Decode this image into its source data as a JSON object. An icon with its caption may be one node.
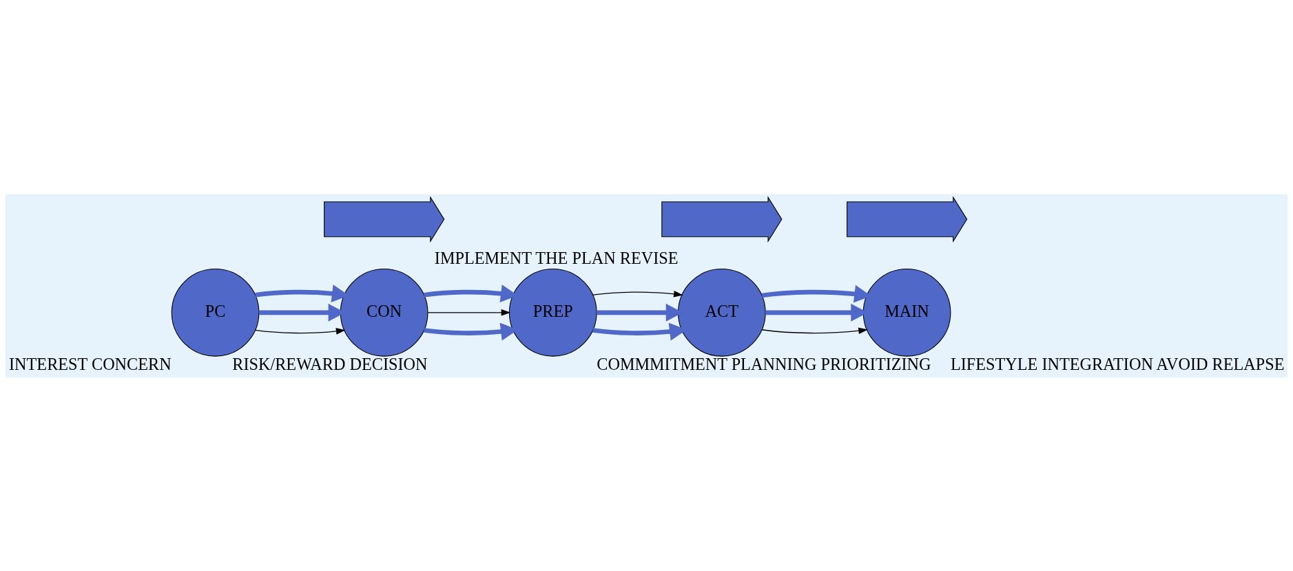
{
  "diagram": {
    "nodes": [
      {
        "text": [
          "PC"
        ],
        "beside": [
          "INTEREST CONCERN"
        ]
      },
      {
        "text": [
          "CON"
        ],
        "beside": [
          "RISK/REWARD DECISION"
        ]
      },
      {
        "text": [
          "PREP"
        ],
        "beside": [
          "COMMMITMENT PLANNING PRIORITIZING"
        ]
      },
      {
        "text": [
          "ACT"
        ],
        "beside": [
          "IMPLEMENT THE PLAN REVISE"
        ]
      },
      {
        "text": [
          "MAIN"
        ],
        "beside": [
          "LIFESTYLE INTEGRATION AVOID RELAPSE"
        ]
      },
      {
        "text": [],
        "shape": "arrow"
      },
      {
        "text": [],
        "shape": "arrow"
      },
      {
        "text": [],
        "shape": "arrow"
      }
    ],
    "edges": [
      {
        "from": 0,
        "to": 1,
        "arrow": "to",
        "color": "#000000"
      },
      {
        "from": 0,
        "to": 1,
        "arrow": "to"
      },
      {
        "from": 0,
        "to": 1,
        "arrow": "to"
      },
      {
        "from": 1,
        "to": 2,
        "arrow": "to"
      },
      {
        "from": 1,
        "to": 2,
        "arrow": "to",
        "color": "#000000"
      },
      {
        "from": 1,
        "to": 2,
        "arrow": "to"
      },
      {
        "from": 2,
        "to": 3,
        "arrow": "to"
      },
      {
        "from": 2,
        "to": 3,
        "arrow": "to"
      },
      {
        "from": 2,
        "to": 3,
        "arrow": "to",
        "color": "#000000"
      },
      {
        "from": 3,
        "to": 4,
        "arrow": "to",
        "color": "#000000"
      },
      {
        "from": 3,
        "to": 4,
        "arrow": "to"
      },
      {
        "from": 3,
        "to": 4,
        "arrow": "to"
      }
    ]
  }
}
